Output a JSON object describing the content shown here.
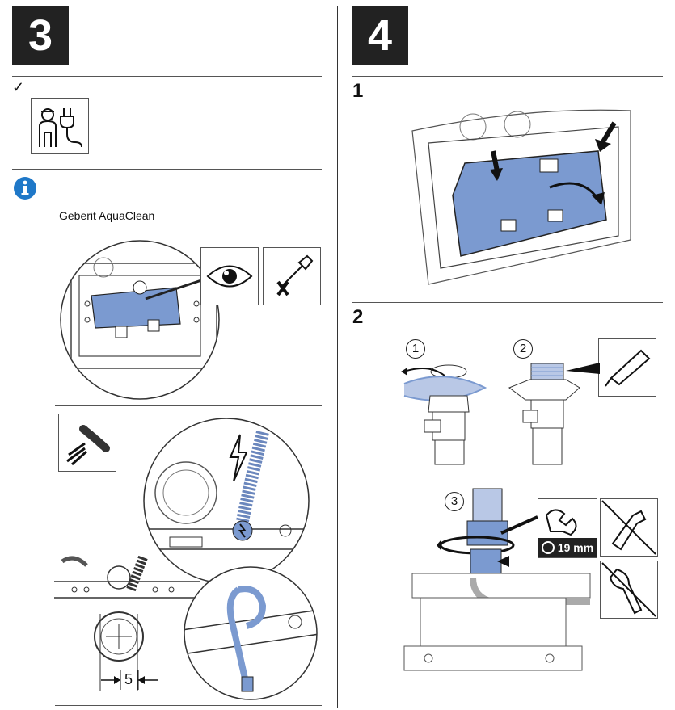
{
  "left": {
    "step_number": "3",
    "check_mark": "✓",
    "product_name": "Geberit AquaClean",
    "dimension_label": "5"
  },
  "right": {
    "step_number": "4",
    "sub1": "1",
    "sub2": "2",
    "callouts": [
      "1",
      "2",
      "3"
    ],
    "wrench_size": "19 mm"
  },
  "icons": [
    "installer-electrician-icon",
    "info-icon",
    "eye-icon",
    "no-screwdriver-icon",
    "cable-bundle-icon",
    "electric-hazard-icon",
    "wrench-icon",
    "no-pipe-wrench-icon",
    "no-adjustable-wrench-icon"
  ],
  "colors": {
    "accent_blue": "#7b9ad0",
    "info_blue": "#1f78c8",
    "step_box": "#222222"
  }
}
